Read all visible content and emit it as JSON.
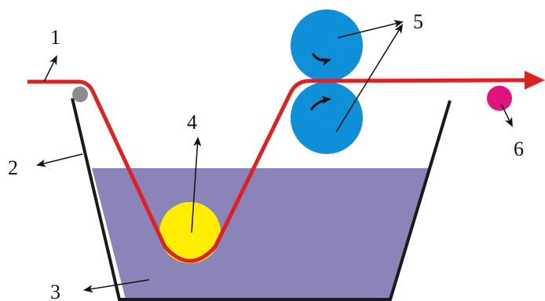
{
  "labels": {
    "l1": "1",
    "l2": "2",
    "l3": "3",
    "l4": "4",
    "l5": "5",
    "l6": "6"
  },
  "colors": {
    "strip": "#dd2222",
    "bath_liquid": "#8b84b8",
    "tank_wall": "#1a1a1a",
    "guide_roller": "#8c8c8c",
    "immersion_roller": "#ffee00",
    "squeeze_rollers": "#0f8fd8",
    "sensor_ball": "#e0147e",
    "arrows": "#111111"
  }
}
